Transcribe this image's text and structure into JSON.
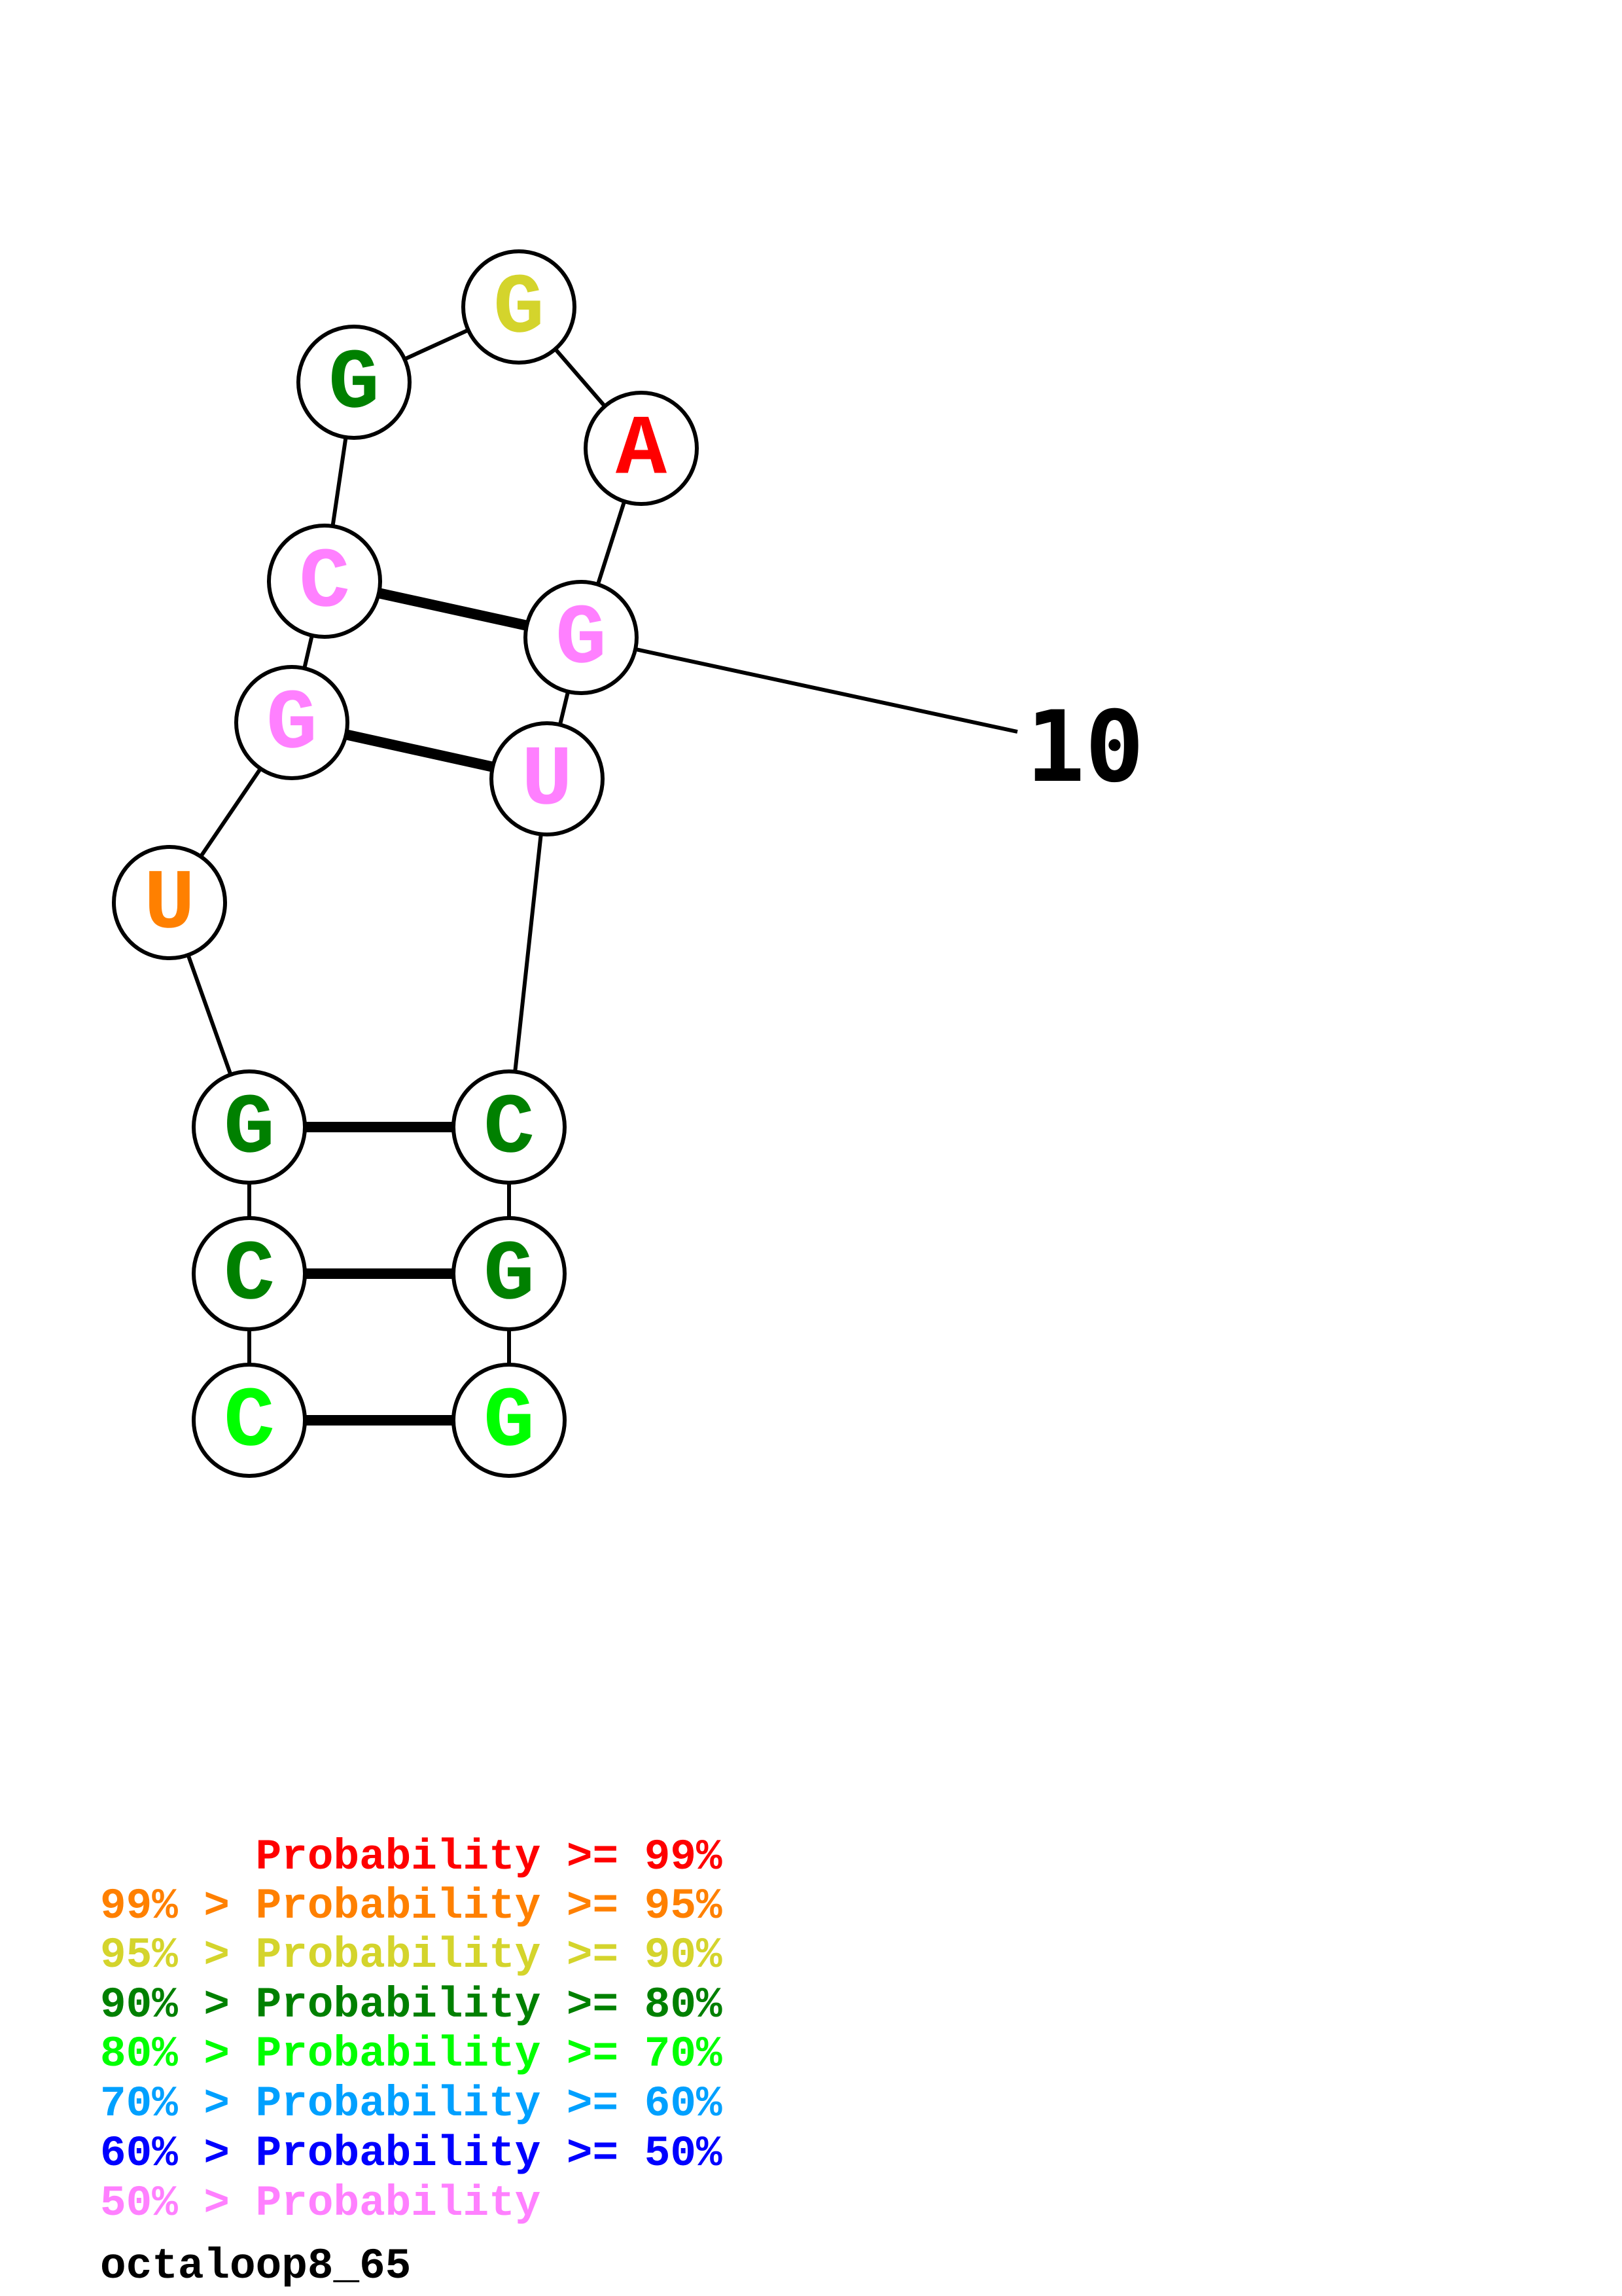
{
  "diagram": {
    "type": "rna-secondary-structure",
    "name": "octaloop8_65",
    "sequence": "CCGUGCGGAGUCGG",
    "bases": [
      {
        "index": 1,
        "letter": "C",
        "prob_class": "80-70",
        "color": "#00FF00"
      },
      {
        "index": 2,
        "letter": "C",
        "prob_class": "90-80",
        "color": "#008000"
      },
      {
        "index": 3,
        "letter": "G",
        "prob_class": "90-80",
        "color": "#008000"
      },
      {
        "index": 4,
        "letter": "U",
        "prob_class": "99-95",
        "color": "#FF8000"
      },
      {
        "index": 5,
        "letter": "G",
        "prob_class": "<50",
        "color": "#FF80FF"
      },
      {
        "index": 6,
        "letter": "C",
        "prob_class": "<50",
        "color": "#FF80FF"
      },
      {
        "index": 7,
        "letter": "G",
        "prob_class": "90-80",
        "color": "#008000"
      },
      {
        "index": 8,
        "letter": "G",
        "prob_class": "95-90",
        "color": "#D4D42C"
      },
      {
        "index": 9,
        "letter": "A",
        "prob_class": ">=99",
        "color": "#FF0000"
      },
      {
        "index": 10,
        "letter": "G",
        "prob_class": "<50",
        "color": "#FF80FF"
      },
      {
        "index": 11,
        "letter": "U",
        "prob_class": "<50",
        "color": "#FF80FF"
      },
      {
        "index": 12,
        "letter": "C",
        "prob_class": "90-80",
        "color": "#008000"
      },
      {
        "index": 13,
        "letter": "G",
        "prob_class": "90-80",
        "color": "#008000"
      },
      {
        "index": 14,
        "letter": "G",
        "prob_class": "80-70",
        "color": "#00FF00"
      }
    ],
    "pairs": [
      [
        1,
        14
      ],
      [
        2,
        13
      ],
      [
        3,
        12
      ],
      [
        5,
        11
      ],
      [
        6,
        10
      ]
    ],
    "index_labels": [
      {
        "base": 10,
        "text": "10"
      }
    ]
  },
  "legend": {
    "lines": [
      {
        "text": "      Probability >= 99%",
        "color": "#FF0000"
      },
      {
        "text": "99% > Probability >= 95%",
        "color": "#FF8000"
      },
      {
        "text": "95% > Probability >= 90%",
        "color": "#D4D42C"
      },
      {
        "text": "90% > Probability >= 80%",
        "color": "#008000"
      },
      {
        "text": "80% > Probability >= 70%",
        "color": "#00FF00"
      },
      {
        "text": "70% > Probability >= 60%",
        "color": "#00A0FF"
      },
      {
        "text": "60% > Probability >= 50%",
        "color": "#0000FF"
      },
      {
        "text": "50% > Probability",
        "color": "#FF80FF"
      }
    ]
  },
  "title": "octaloop8_65"
}
